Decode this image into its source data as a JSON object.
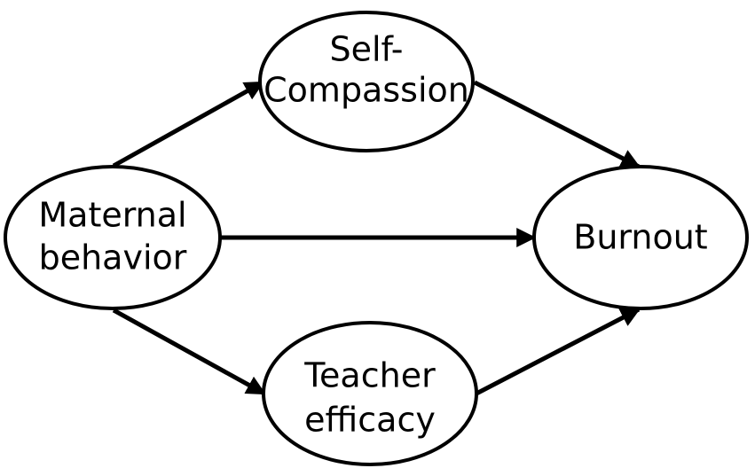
{
  "nodes": {
    "self_compassion": {
      "line1": "Self-",
      "line2": "Compassion"
    },
    "maternal_behavior": {
      "line1": "Maternal",
      "line2": "behavior"
    },
    "burnout": {
      "label": "Burnout"
    },
    "teacher_efficacy": {
      "line1": "Teacher",
      "line2": "efficacy"
    }
  },
  "edges": [
    {
      "from": "maternal_behavior",
      "to": "self_compassion"
    },
    {
      "from": "self_compassion",
      "to": "burnout"
    },
    {
      "from": "maternal_behavior",
      "to": "burnout"
    },
    {
      "from": "maternal_behavior",
      "to": "teacher_efficacy"
    },
    {
      "from": "teacher_efficacy",
      "to": "burnout"
    }
  ],
  "colors": {
    "stroke": "#000000",
    "fill": "#ffffff",
    "background": "#ffffff"
  }
}
